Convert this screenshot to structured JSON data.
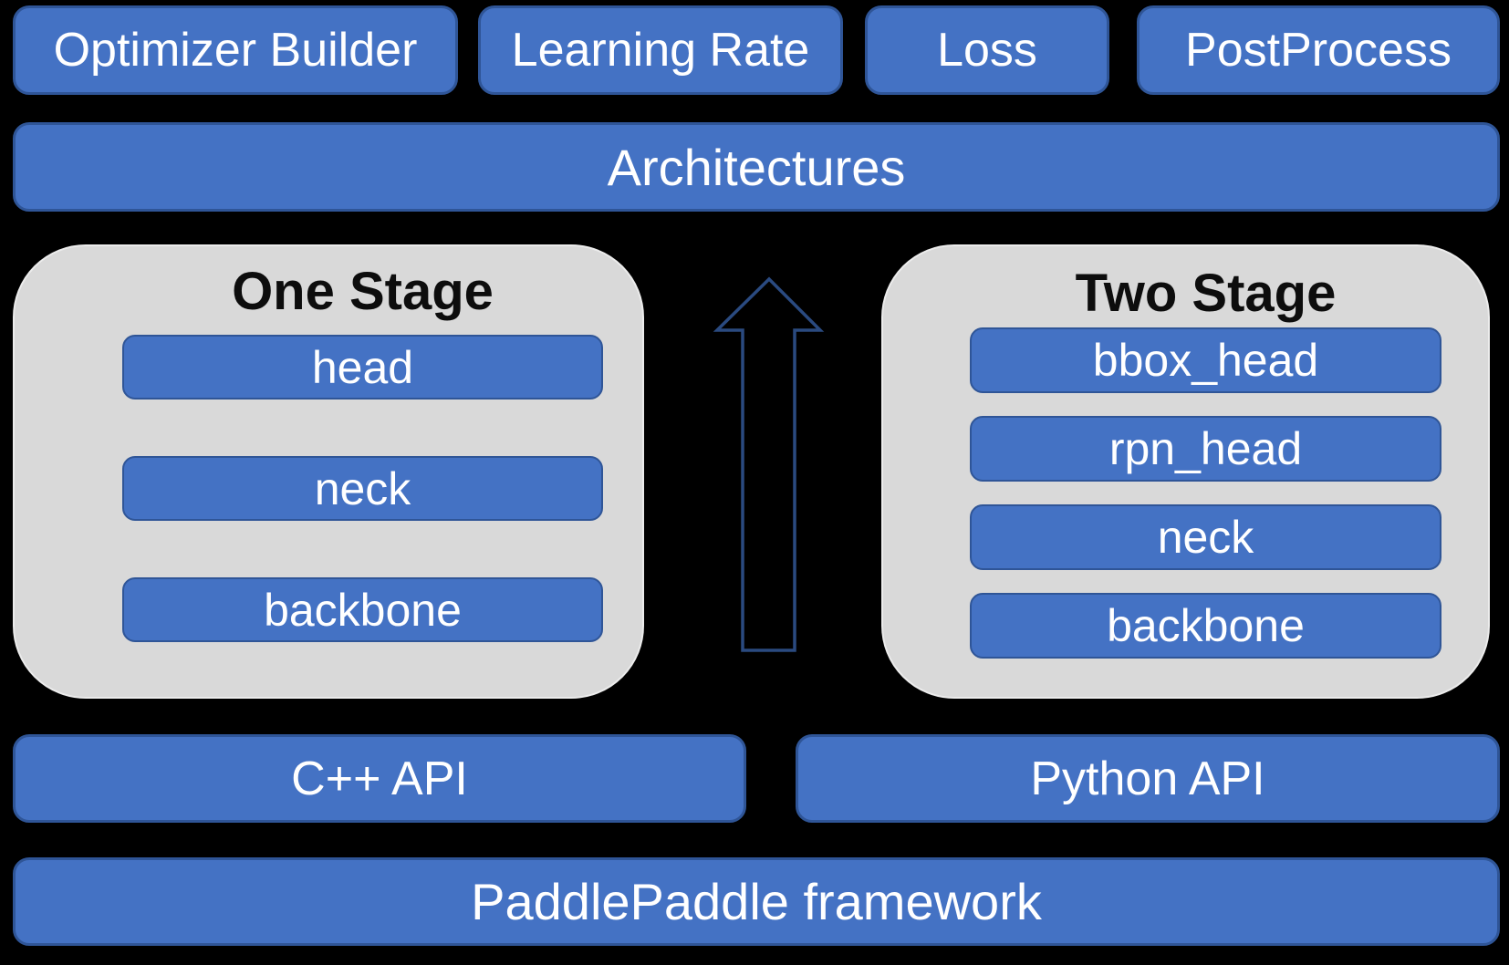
{
  "colors": {
    "background": "#000000",
    "box_fill": "#4472C4",
    "box_border": "#2F5597",
    "panel_fill": "#D9D9D9",
    "panel_border": "#ECECEC",
    "text_light": "#FFFFFF",
    "text_dark": "#0D0D0D",
    "arrow_stroke": "#2A4A80"
  },
  "top_row": [
    {
      "label": "Optimizer Builder"
    },
    {
      "label": "Learning Rate"
    },
    {
      "label": "Loss"
    },
    {
      "label": "PostProcess"
    }
  ],
  "architectures": {
    "label": "Architectures"
  },
  "one_stage": {
    "title": "One Stage",
    "layers": [
      "head",
      "neck",
      "backbone"
    ]
  },
  "two_stage": {
    "title": "Two Stage",
    "layers": [
      "bbox_head",
      "rpn_head",
      "neck",
      "backbone"
    ]
  },
  "api_row": [
    {
      "label": "C++ API"
    },
    {
      "label": "Python API"
    }
  ],
  "framework": {
    "label": "PaddlePaddle framework"
  }
}
